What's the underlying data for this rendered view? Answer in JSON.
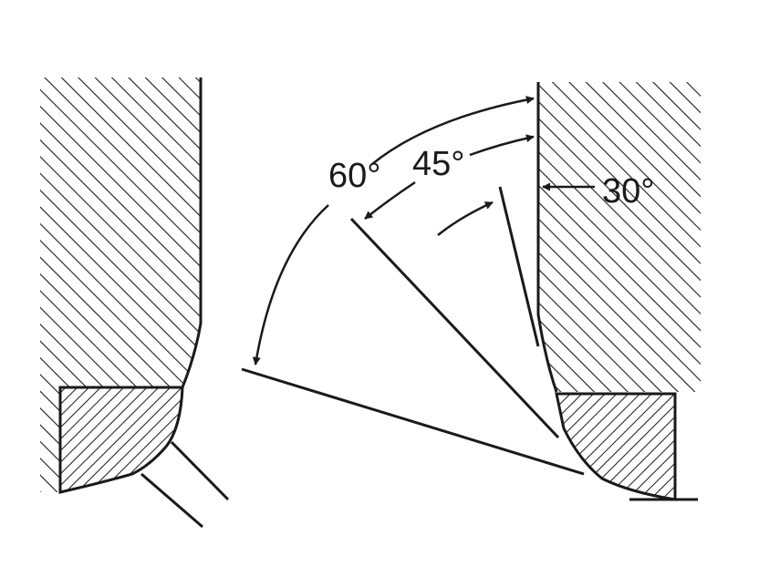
{
  "angle_labels": {
    "sixty": "60°",
    "forty_five": "45°",
    "thirty": "30°"
  },
  "colors": {
    "ink": "#1a1a1a",
    "background": "#ffffff"
  }
}
